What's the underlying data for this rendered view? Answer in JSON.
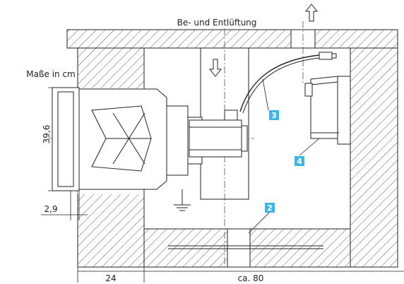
{
  "labels": {
    "ventilation": "Be- und Entlüftung",
    "dimensions_unit": "Maße in cm",
    "height_dim": "39,6",
    "thickness_dim": "2,9",
    "wall_dim": "24",
    "depth_dim": "ca. 80"
  },
  "callouts": [
    {
      "number": "2"
    },
    {
      "number": "3"
    },
    {
      "number": "4"
    }
  ],
  "colors": {
    "callout_bg": "#3fb6e6",
    "line": "#222222"
  }
}
